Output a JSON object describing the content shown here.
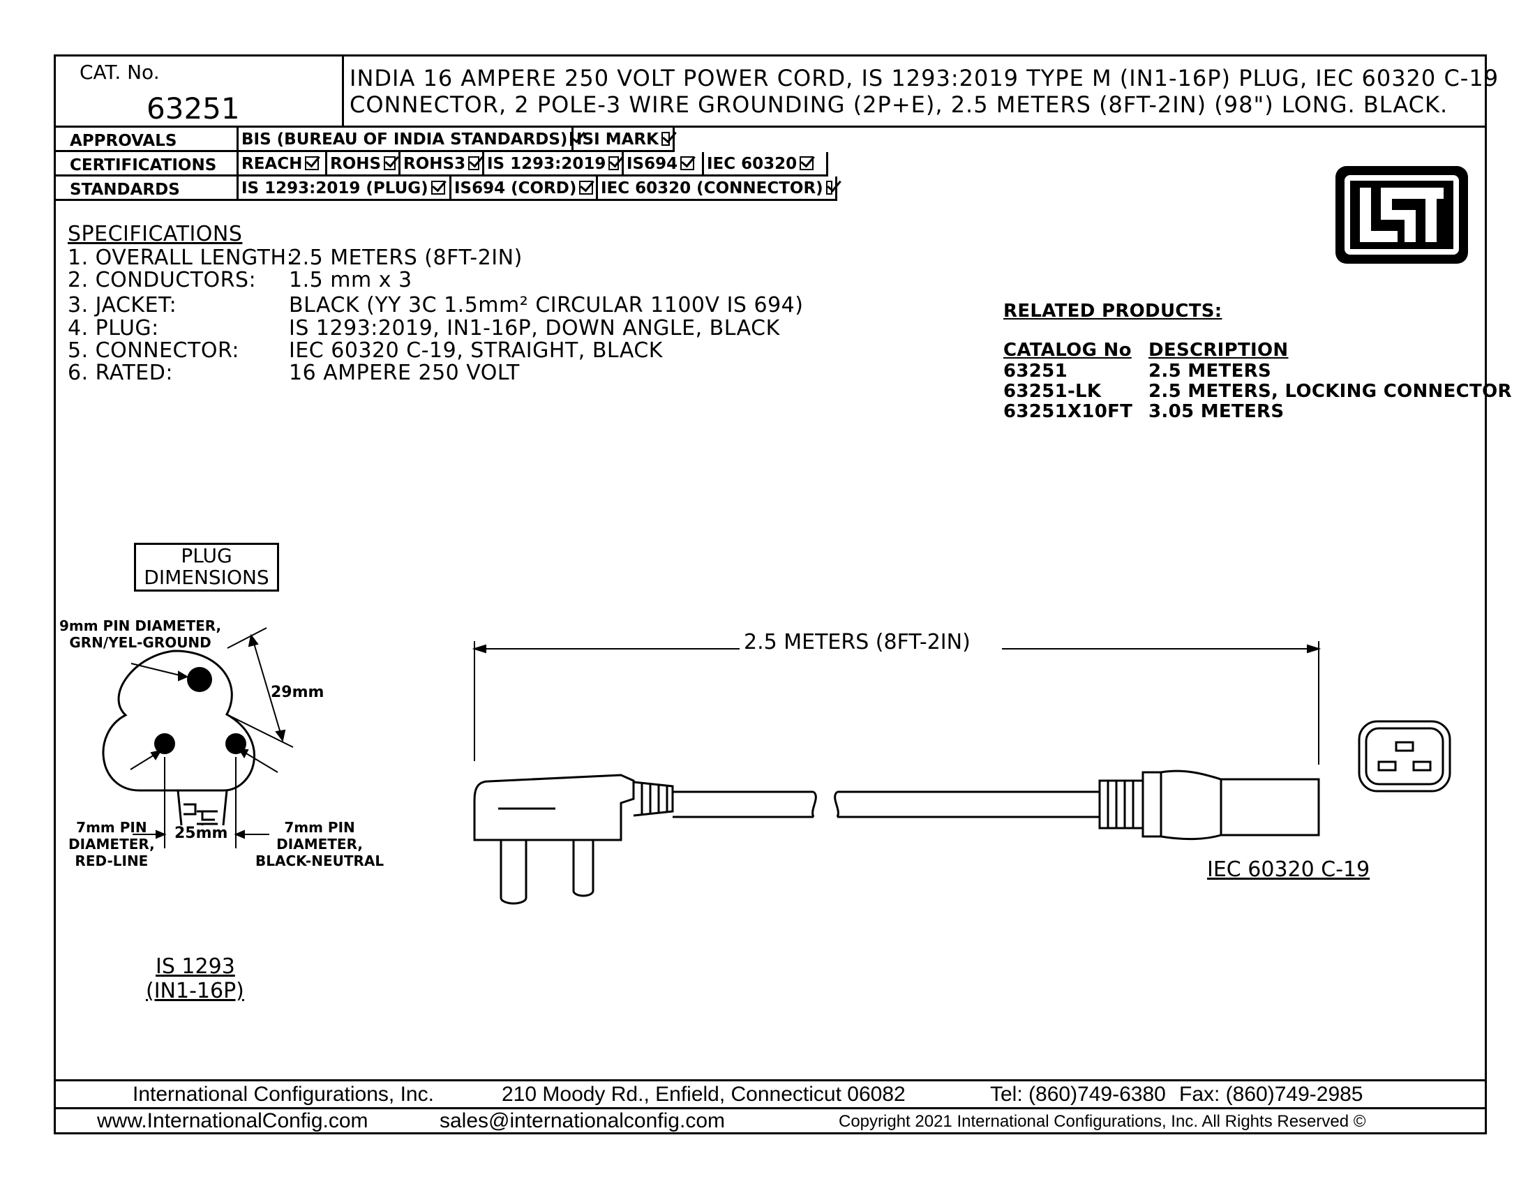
{
  "header": {
    "cat_label": "CAT. No.",
    "cat_number": "63251",
    "title_line1": "INDIA 16 AMPERE 250 VOLT POWER CORD, IS 1293:2019 TYPE M (IN1-16P) PLUG, IEC 60320 C-19",
    "title_line2": "CONNECTOR, 2 POLE-3 WIRE GROUNDING (2P+E), 2.5 METERS (8FT-2IN) (98\") LONG. BLACK."
  },
  "approvals": {
    "rows": [
      {
        "label": "APPROVALS",
        "items": [
          "BIS (BUREAU OF INDIA STANDARDS)",
          "ISI MARK"
        ]
      },
      {
        "label": "CERTIFICATIONS",
        "items": [
          "REACH",
          "ROHS",
          "ROHS3",
          "IS 1293:2019",
          "IS694",
          "IEC 60320"
        ]
      },
      {
        "label": "STANDARDS",
        "items": [
          "IS 1293:2019 (PLUG)",
          "IS694 (CORD)",
          "IEC 60320 (CONNECTOR)"
        ]
      }
    ]
  },
  "logo": {
    "text": "ISI",
    "icon": "isi-mark-logo"
  },
  "specifications": {
    "heading": "SPECIFICATIONS",
    "items": [
      {
        "label": "1. OVERALL LENGTH:",
        "value": "2.5 METERS (8FT-2IN)"
      },
      {
        "label": "2. CONDUCTORS:",
        "value": "1.5 mm x 3"
      },
      {
        "label": "3. JACKET:",
        "value": "BLACK (YY 3C 1.5mm² CIRCULAR 1100V IS 694)"
      },
      {
        "label": "4. PLUG:",
        "value": "IS 1293:2019, IN1-16P, DOWN ANGLE, BLACK"
      },
      {
        "label": "5. CONNECTOR:",
        "value": "IEC 60320 C-19, STRAIGHT, BLACK"
      },
      {
        "label": "6. RATED:",
        "value": "16 AMPERE 250 VOLT"
      }
    ]
  },
  "related": {
    "heading": "RELATED PRODUCTS:",
    "col_catalog": "CATALOG No",
    "col_description": "DESCRIPTION",
    "rows": [
      {
        "catalog": "63251",
        "description": "2.5 METERS"
      },
      {
        "catalog": "63251-LK",
        "description": "2.5 METERS, LOCKING CONNECTOR"
      },
      {
        "catalog": "63251X10FT",
        "description": "3.05 METERS"
      }
    ]
  },
  "plug": {
    "box_line1": "PLUG",
    "box_line2": "DIMENSIONS",
    "ground_label_line1": "9mm PIN DIAMETER,",
    "ground_label_line2": "GRN/YEL-GROUND",
    "dim_29": "29mm",
    "line_label_line1": "7mm PIN",
    "line_label_line2": "DIAMETER,",
    "line_label_line3": "RED-LINE",
    "neutral_label_line1": "7mm PIN",
    "neutral_label_line2": "DIAMETER,",
    "neutral_label_line3": "BLACK-NEUTRAL",
    "dim_25": "25mm",
    "caption_line1": "IS 1293",
    "caption_line2": "(IN1-16P)"
  },
  "cord": {
    "length_label": "2.5 METERS (8FT-2IN)",
    "connector_caption": "IEC 60320 C-19"
  },
  "footer": {
    "company": "International Configurations, Inc.",
    "address": "210 Moody Rd., Enfield, Connecticut 06082",
    "tel": "Tel: (860)749-6380",
    "fax": "Fax: (860)749-2985",
    "website": "www.InternationalConfig.com",
    "email": "sales@internationalconfig.com",
    "copyright": "Copyright 2021 International Configurations, Inc. All Rights Reserved ©"
  }
}
